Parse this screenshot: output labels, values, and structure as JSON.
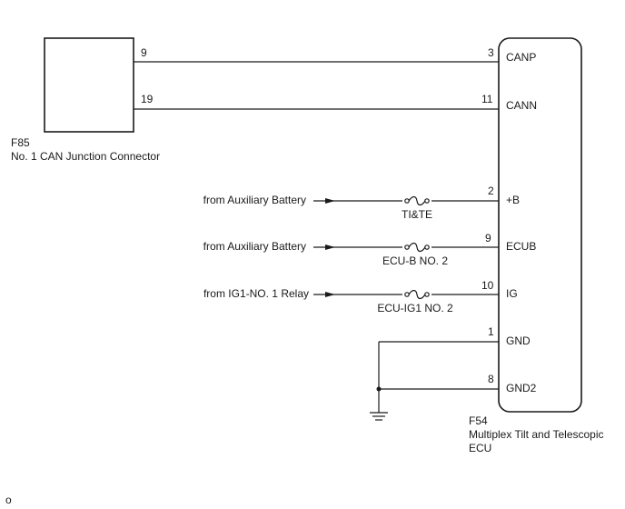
{
  "connector_f85": {
    "code": "F85",
    "name": "No. 1 CAN Junction Connector"
  },
  "ecu_f54": {
    "code": "F54",
    "name_line1": "Multiplex Tilt and Telescopic",
    "name_line2": "ECU"
  },
  "wires": {
    "canp": {
      "left_pin": "9",
      "right_pin": "3",
      "terminal": "CANP"
    },
    "cann": {
      "left_pin": "19",
      "right_pin": "11",
      "terminal": "CANN"
    },
    "plus_b": {
      "source": "from Auxiliary Battery",
      "fuse": "TI&TE",
      "pin": "2",
      "terminal": "+B"
    },
    "ecub": {
      "source": "from Auxiliary Battery",
      "fuse": "ECU-B NO. 2",
      "pin": "9",
      "terminal": "ECUB"
    },
    "ig": {
      "source": "from IG1-NO. 1 Relay",
      "fuse": "ECU-IG1 NO. 2",
      "pin": "10",
      "terminal": "IG"
    },
    "gnd": {
      "pin": "1",
      "terminal": "GND"
    },
    "gnd2": {
      "pin": "8",
      "terminal": "GND2"
    }
  },
  "footer_mark": "o"
}
